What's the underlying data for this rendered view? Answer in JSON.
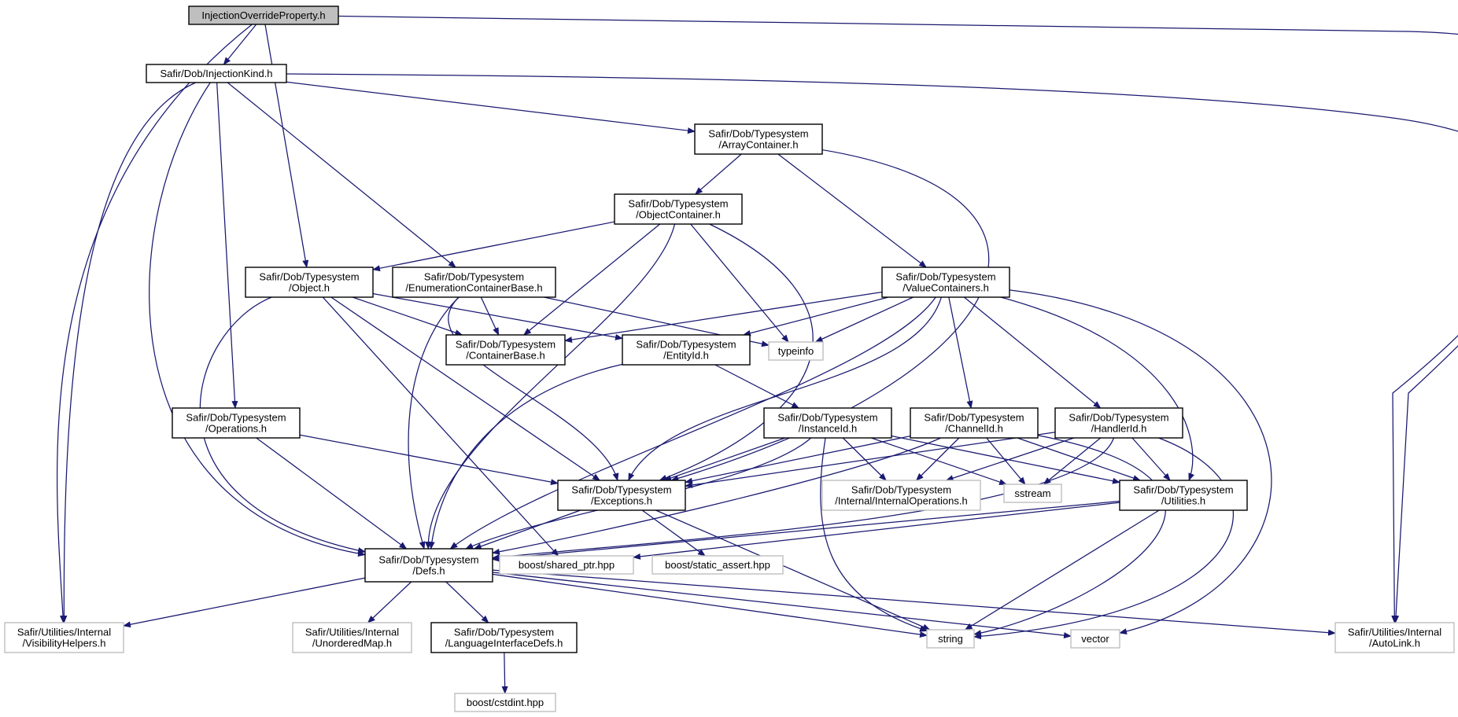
{
  "colors": {
    "edge": "#191970",
    "node_border": "#000000",
    "external_border": "#bfbfbf",
    "root_fill": "#bfbfbf",
    "node_fill": "#ffffff",
    "text": "#000000"
  },
  "nodes": {
    "root": [
      "InjectionOverrideProperty.h"
    ],
    "injectionkind": [
      "Safir/Dob/InjectionKind.h"
    ],
    "arraycontainer": [
      "Safir/Dob/Typesystem",
      "/ArrayContainer.h"
    ],
    "objectcontainer": [
      "Safir/Dob/Typesystem",
      "/ObjectContainer.h"
    ],
    "object": [
      "Safir/Dob/Typesystem",
      "/Object.h"
    ],
    "enumcontainerbase": [
      "Safir/Dob/Typesystem",
      "/EnumerationContainerBase.h"
    ],
    "valuecontainers": [
      "Safir/Dob/Typesystem",
      "/ValueContainers.h"
    ],
    "containerbase": [
      "Safir/Dob/Typesystem",
      "/ContainerBase.h"
    ],
    "entityid": [
      "Safir/Dob/Typesystem",
      "/EntityId.h"
    ],
    "typeinfo": [
      "typeinfo"
    ],
    "operations": [
      "Safir/Dob/Typesystem",
      "/Operations.h"
    ],
    "instanceid": [
      "Safir/Dob/Typesystem",
      "/InstanceId.h"
    ],
    "channelid": [
      "Safir/Dob/Typesystem",
      "/ChannelId.h"
    ],
    "handlerid": [
      "Safir/Dob/Typesystem",
      "/HandlerId.h"
    ],
    "exceptions": [
      "Safir/Dob/Typesystem",
      "/Exceptions.h"
    ],
    "internalops": [
      "Safir/Dob/Typesystem",
      "/Internal/InternalOperations.h"
    ],
    "sstream": [
      "sstream"
    ],
    "utilities": [
      "Safir/Dob/Typesystem",
      "/Utilities.h"
    ],
    "defs": [
      "Safir/Dob/Typesystem",
      "/Defs.h"
    ],
    "sharedptr": [
      "boost/shared_ptr.hpp"
    ],
    "staticassert": [
      "boost/static_assert.hpp"
    ],
    "visibility": [
      "Safir/Utilities/Internal",
      "/VisibilityHelpers.h"
    ],
    "unorderedmap": [
      "Safir/Utilities/Internal",
      "/UnorderedMap.h"
    ],
    "langdefs": [
      "Safir/Dob/Typesystem",
      "/LanguageInterfaceDefs.h"
    ],
    "string": [
      "string"
    ],
    "vector": [
      "vector"
    ],
    "autolink": [
      "Safir/Utilities/Internal",
      "/AutoLink.h"
    ],
    "cstdint": [
      "boost/cstdint.hpp"
    ]
  }
}
